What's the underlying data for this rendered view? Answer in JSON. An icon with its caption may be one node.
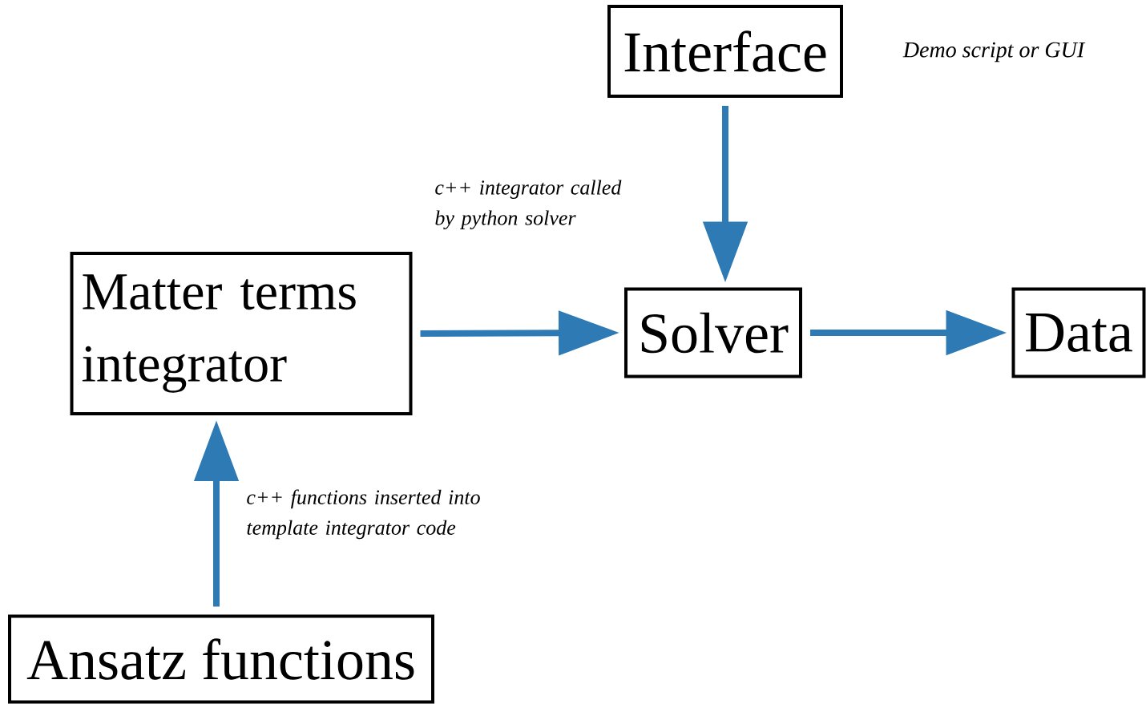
{
  "diagram": {
    "nodes": [
      {
        "text": [
          "Interface"
        ],
        "beside": [
          "Demo script or GUI"
        ]
      },
      {
        "text": [
          "Matter terms integrator"
        ]
      },
      {
        "text": [
          "Solver"
        ]
      },
      {
        "text": [
          "Data"
        ]
      },
      {
        "text": [
          "Ansatz functions"
        ]
      }
    ],
    "edges": [
      {
        "from": 0,
        "to": 2,
        "arrow": "to"
      },
      {
        "from": 1,
        "to": 2,
        "arrow": "to",
        "label": "c++ integrator called by python solver"
      },
      {
        "from": 2,
        "to": 3,
        "arrow": "to"
      },
      {
        "from": 4,
        "to": 1,
        "arrow": "to",
        "label": "c++ functions inserted into template integrator code"
      }
    ]
  }
}
